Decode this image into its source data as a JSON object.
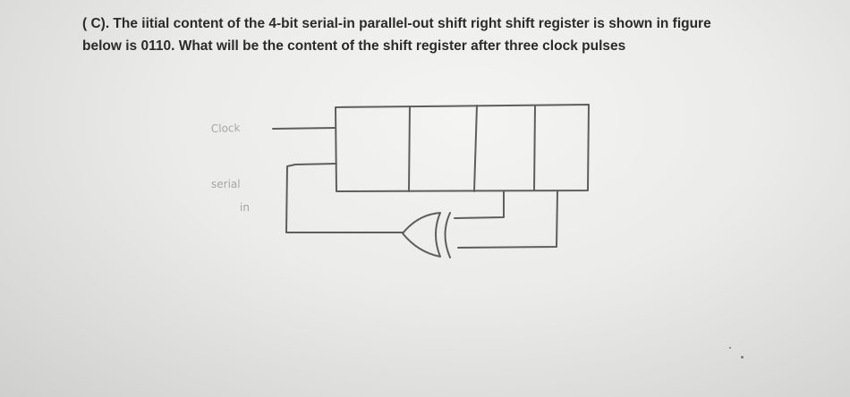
{
  "question": {
    "line1": "( C). The iitial content of the 4-bit serial-in parallel-out shift right shift register is shown in figure",
    "line2": "below is 0110. What will be the content of the shift register after three clock pulses"
  },
  "diagram": {
    "clock_label": "Clock",
    "serial_label": "serial",
    "in_label": "in",
    "register_cells": 4,
    "gate": "XOR"
  }
}
